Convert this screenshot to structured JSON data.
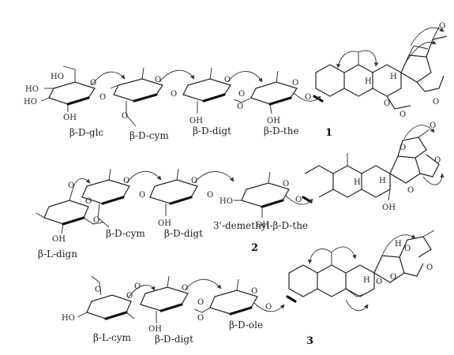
{
  "compounds": [
    {
      "number": "1",
      "sugars": [
        "β-D-glc",
        "β-D-cym",
        "β-D-digt",
        "β-D-the"
      ],
      "labels": {
        "oh": "OH",
        "ho": "HO",
        "o": "O",
        "h": "H"
      }
    },
    {
      "number": "2",
      "sugars": [
        "β-L-dign",
        "β-D-cym",
        "β-D-digt",
        "3'-demethyl-β-D-the"
      ],
      "labels": {
        "oh": "OH",
        "ho": "HO",
        "o": "O",
        "h": "H"
      }
    },
    {
      "number": "3",
      "sugars": [
        "β-L-cym",
        "β-D-digt",
        "β-D-ole"
      ],
      "labels": {
        "oh": "OH",
        "ho": "HO",
        "o": "O",
        "h": "H"
      }
    }
  ]
}
